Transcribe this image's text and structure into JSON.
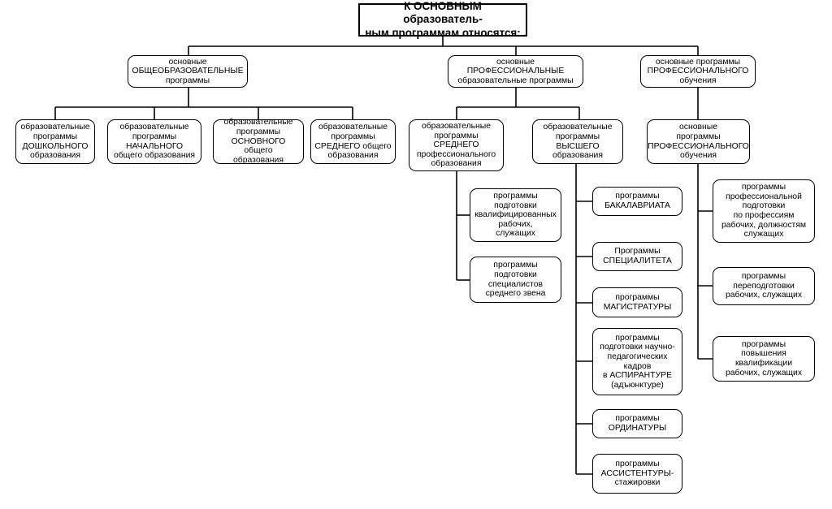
{
  "title": "К ОСНОВНЫМ образователь-\nным программам относятся:",
  "groups": {
    "general": "основные\nОБЩЕОБРАЗОВАТЕЛЬНЫЕ\nпрограммы",
    "professional": "основные\nПРОФЕССИОНАЛЬНЫЕ\nобразовательные программы",
    "training": "основные программы\nПРОФЕССИОНАЛЬНОГО\nобучения"
  },
  "general_items": [
    "образовательные\nпрограммы\nДОШКОЛЬНОГО\nобразования",
    "образовательные\nпрограммы\nНАЧАЛЬНОГО\nобщего образования",
    "образовательные\nпрограммы\nОСНОВНОГО общего\nобразования",
    "образовательные\nпрограммы\nСРЕДНЕГО общего\nобразования"
  ],
  "professional_items": {
    "secondary": "образовательные\nпрограммы\nСРЕДНЕГО\nпрофессионального\nобразования",
    "higher": "образовательные\nпрограммы\nВЫСШЕГО\nобразования"
  },
  "secondary_programs": [
    "программы\nподготовки\nквалифицированных\nрабочих,\nслужащих",
    "программы\nподготовки\nспециалистов\nсреднего звена"
  ],
  "higher_programs": [
    "программы\nБАКАЛАВРИАТА",
    "Программы\nСПЕЦИАЛИТЕТА",
    "программы\nМАГИСТРАТУРЫ",
    "программы\nподготовки научно-\nпедагогических\nкадров\nв АСПИРАНТУРЕ\n(адъюнктуре)",
    "программы\nОРДИНАТУРЫ",
    "программы\nАССИСТЕНТУРЫ-\nстажировки"
  ],
  "training_main": "основные\nпрограммы\nПРОФЕССИОНАЛЬНОГО\nобучения",
  "training_programs": [
    "программы\nпрофессиональной\nподготовки\nпо профессиям\nрабочих, должностям\nслужащих",
    "программы\nпереподготовки\nрабочих, служащих",
    "программы\nповышения\nквалификации\nрабочих, служащих"
  ]
}
